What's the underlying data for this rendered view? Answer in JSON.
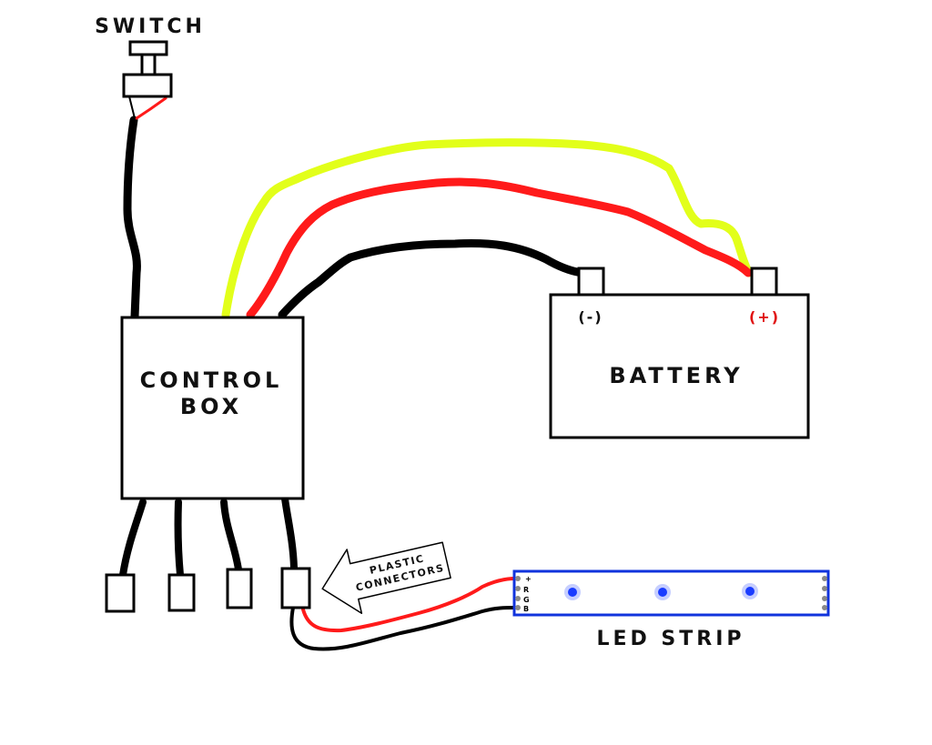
{
  "labels": {
    "switch": "SWITCH",
    "control_box_line1": "CONTROL",
    "control_box_line2": "BOX",
    "battery": "BATTERY",
    "battery_negative": "(-)",
    "battery_positive": "(+)",
    "plastic_connectors_line1": "PLASTIC",
    "plastic_connectors_line2": "CONNECTORS",
    "led_strip": "LED STRIP",
    "strip_pin_plus": "+",
    "strip_pin_r": "R",
    "strip_pin_g": "G",
    "strip_pin_b": "B"
  },
  "colors": {
    "wire_black": "#000000",
    "wire_red": "#ff1a1a",
    "wire_yellow": "#e2ff1a",
    "positive_label": "#e01010",
    "strip_border": "#1133dd",
    "led_blue": "#1a3cff"
  },
  "icons": {
    "arrow": "left-arrow",
    "switch": "toggle-switch",
    "led": "led-dot"
  }
}
